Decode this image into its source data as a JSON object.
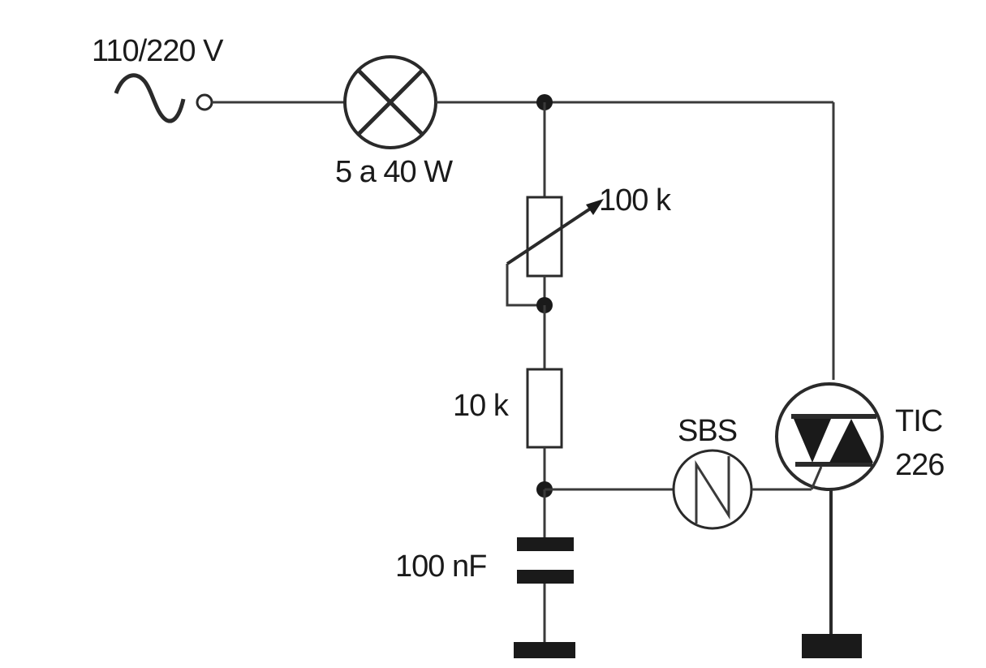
{
  "labels": {
    "supply": "110/220 V",
    "lamp": "5 a 40 W",
    "potentiometer": "100 k",
    "resistor": "10 k",
    "capacitor": "100 nF",
    "diac": "SBS",
    "triac_line1": "TIC",
    "triac_line2": "226"
  },
  "components": {
    "source": "ac-source-icon",
    "lamp": "lamp-icon",
    "potentiometer": "variable-resistor-icon",
    "resistor": "resistor-icon",
    "capacitor": "capacitor-icon",
    "diac": "diac-icon",
    "triac": "triac-icon",
    "ground": "ground-icon"
  },
  "colors": {
    "ink": "#2a2a2a",
    "background": "#ffffff"
  }
}
